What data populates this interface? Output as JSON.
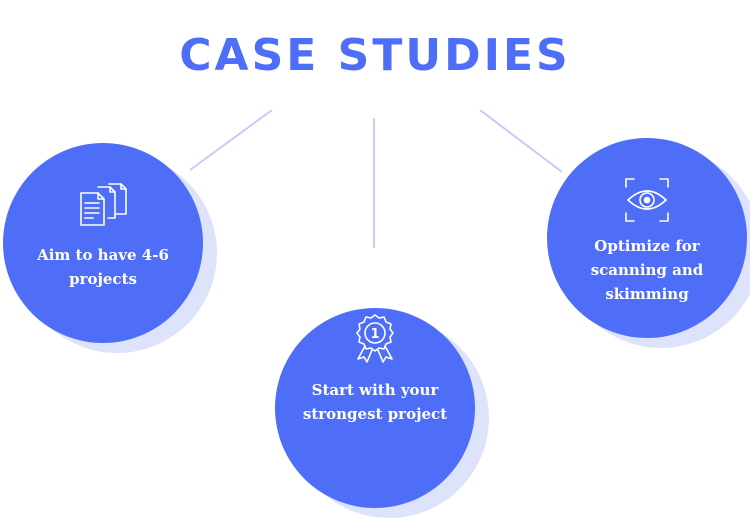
{
  "title": "CASE STUDIES",
  "colors": {
    "accent": "#4f6ef7",
    "circle_shadow": "#dde3fb",
    "connector": "#c5cdf7",
    "label_text": "#ffffff"
  },
  "items": [
    {
      "label": "Aim to have 4-6 projects",
      "icon": "documents-icon"
    },
    {
      "label": "Start with your strongest project",
      "icon": "award-ribbon-icon",
      "badge": "1"
    },
    {
      "label": "Optimize for scanning and skimming",
      "icon": "eye-scan-icon"
    }
  ]
}
